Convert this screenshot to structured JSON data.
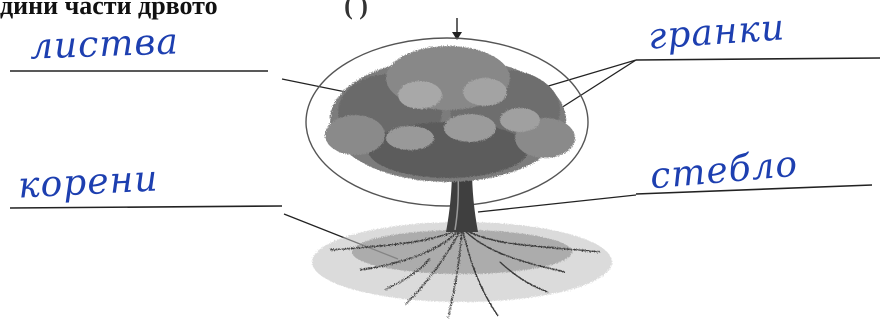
{
  "header": {
    "left_text": "дини части дрвото",
    "right_text": "(        )"
  },
  "answers": [
    {
      "key": "leaves",
      "text": "листва"
    },
    {
      "key": "branches",
      "text": "гранки"
    },
    {
      "key": "roots",
      "text": "корени"
    },
    {
      "key": "trunk",
      "text": "стебло"
    }
  ],
  "colors": {
    "ink": "#1d3fb0",
    "print": "#111111"
  }
}
